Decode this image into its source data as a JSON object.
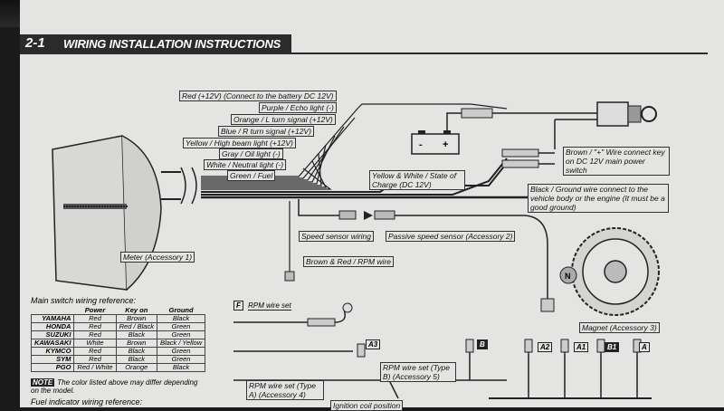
{
  "header": {
    "section": "2-1",
    "title": "WIRING INSTALLATION INSTRUCTIONS"
  },
  "wire_labels": {
    "red": "Red (+12V) (Connect to the battery DC 12V)",
    "purple": "Purple / Echo light (-)",
    "orange": "Orange / L turn signal (+12V)",
    "blue": "Blue / R turn signal (+12V)",
    "yellow": "Yellow / High beam light (+12V)",
    "gray": "Gray / Oil light (-)",
    "white": "White / Neutral light (-)",
    "green": "Green / Fuel",
    "yellow_white": "Yellow & White / State of Charge (DC 12V)",
    "brown": "Brown / \"+\" Wire connect key on DC 12V main power switch",
    "black": "Black / Ground wire connect to the vehicle body or the engine (It must be a good ground)",
    "speed_sensor": "Speed sensor wiring",
    "passive_sensor": "Passive speed sensor (Accessory 2)",
    "meter": "Meter (Accessory 1)",
    "rpm_wire": "Brown & Red / RPM wire",
    "magnet": "Magnet (Accessory 3)",
    "rpm_type_a": "RPM wire set (Type A) (Accessory 4)",
    "rpm_type_b": "RPM wire set (Type B) (Accessory 5)",
    "ignition": "Ignition coil position"
  },
  "rpm_set": {
    "letter": "F",
    "label": "RPM wire set"
  },
  "badges": {
    "a3": "A3",
    "b_mid": "B",
    "a2": "A2",
    "a1": "A1",
    "b1": "B1",
    "a": "A"
  },
  "reference": {
    "title": "Main switch wiring reference:",
    "headers": [
      "",
      "Power",
      "Key on",
      "Ground"
    ],
    "rows": [
      [
        "YAMAHA",
        "Red",
        "Brown",
        "Black"
      ],
      [
        "HONDA",
        "Red",
        "Red / Black",
        "Green"
      ],
      [
        "SUZUKI",
        "Red",
        "Black",
        "Green"
      ],
      [
        "KAWASAKI",
        "White",
        "Brown",
        "Black / Yellow"
      ],
      [
        "KYMCO",
        "Red",
        "Black",
        "Green"
      ],
      [
        "SYM",
        "Red",
        "Black",
        "Green"
      ],
      [
        "PGO",
        "Red / White",
        "Orange",
        "Black"
      ]
    ]
  },
  "note": {
    "tag": "NOTE",
    "line1": "The color listed above may differ depending",
    "line2": "on the model."
  },
  "fuel": {
    "title": "Fuel indicator wiring reference:"
  },
  "battery": {
    "minus": "-",
    "plus": "+"
  }
}
